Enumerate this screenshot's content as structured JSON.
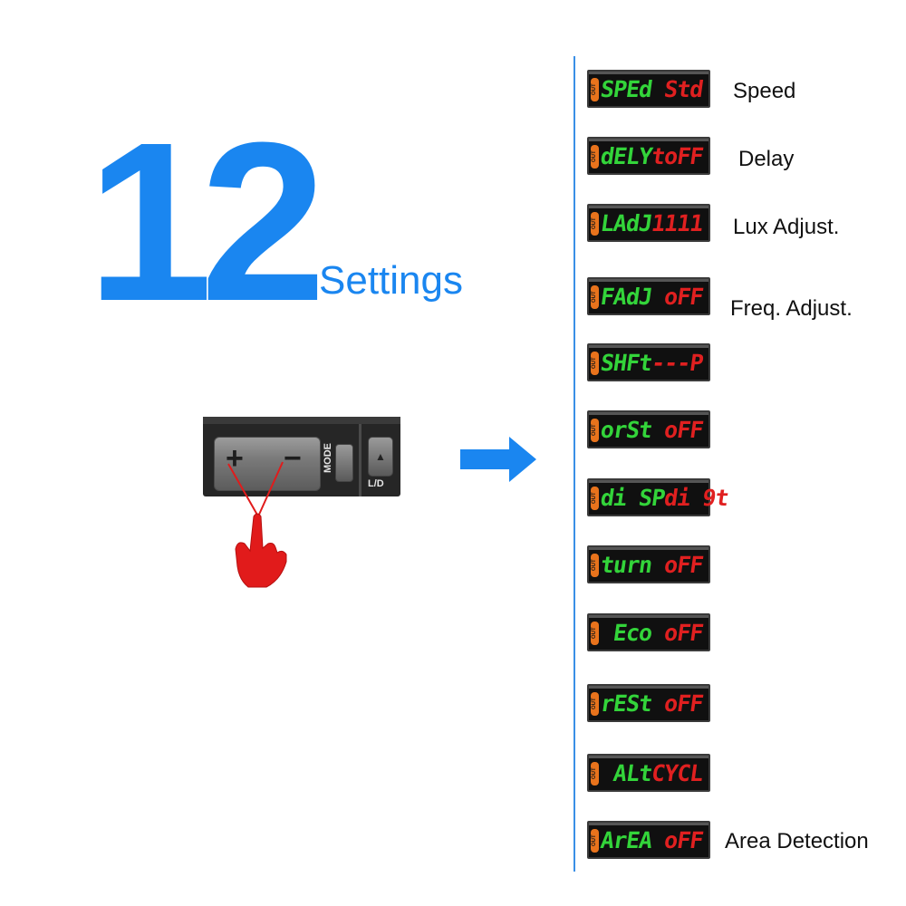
{
  "hero": {
    "number": "12",
    "word": "Settings"
  },
  "panel": {
    "plus": "+",
    "minus": "−",
    "mode": "MODE",
    "ld_arrow": "▲",
    "ld": "L/D"
  },
  "colors": {
    "accent": "#1a86f0",
    "lcd_green": "#33d43a",
    "lcd_red": "#e02020",
    "out_badge": "#e8731c",
    "hand": "#e11b1b"
  },
  "displays": [
    {
      "out": "OUT",
      "green": "SPEd",
      "red": " Std",
      "label": "Speed"
    },
    {
      "out": "OUT",
      "green": "dELY",
      "red": "toFF",
      "label": "Delay"
    },
    {
      "out": "OUT",
      "green": "LAdJ",
      "red": "1111",
      "label": "Lux Adjust."
    },
    {
      "out": "OUT",
      "green": "FAdJ",
      "red": " oFF",
      "label": "Freq. Adjust."
    },
    {
      "out": "OUT",
      "green": "SHFt",
      "red": "---P",
      "label": ""
    },
    {
      "out": "OUT",
      "green": "orSt",
      "red": " oFF",
      "label": ""
    },
    {
      "out": "OUT",
      "green": "di SP",
      "red": "di 9t",
      "label": ""
    },
    {
      "out": "OUT",
      "green": "turn",
      "red": " oFF",
      "label": ""
    },
    {
      "out": "OUT",
      "green": " Eco",
      "red": " oFF",
      "label": ""
    },
    {
      "out": "OUT",
      "green": "rESt",
      "red": " oFF",
      "label": ""
    },
    {
      "out": "OUT",
      "green": " ALt",
      "red": "CYCL",
      "label": ""
    },
    {
      "out": "OUT",
      "green": "ArEA",
      "red": " oFF",
      "label": "Area Detection"
    }
  ]
}
